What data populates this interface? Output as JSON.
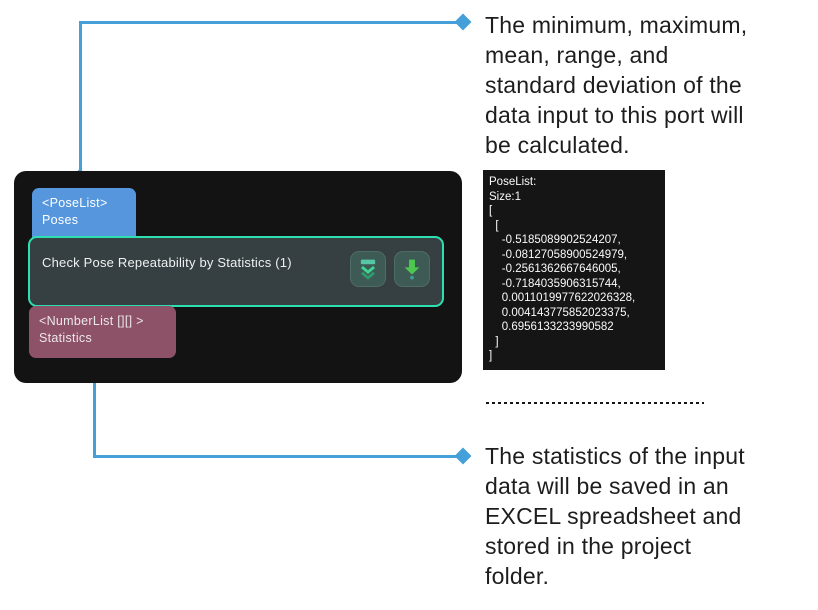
{
  "annotations": {
    "top": {
      "lines": [
        "The minimum, maximum,",
        "mean, range, and",
        "standard deviation of the",
        "data input to this port will",
        "be calculated."
      ]
    },
    "bottom": {
      "lines": [
        "The statistics of the input",
        "data will be saved in an",
        "EXCEL spreadsheet and",
        "stored in the project",
        "folder."
      ]
    }
  },
  "node": {
    "title": "Check Pose Repeatability by Statistics (1)",
    "input_port": {
      "type_label": "<PoseList>",
      "name": "Poses"
    },
    "output_port": {
      "type_label": "<NumberList [][] >",
      "name": "Statistics"
    },
    "buttons": [
      {
        "name": "collapse-parameters",
        "icon": "double-chevron-down-icon"
      },
      {
        "name": "run-step",
        "icon": "down-arrow-icon"
      }
    ]
  },
  "code_panel": {
    "lines": [
      "PoseList:",
      "Size:1",
      "[",
      "  [",
      "    -0.5185089902524207,",
      "    -0.08127058900524979,",
      "    -0.2561362667646005,",
      "    -0.7184035906315744,",
      "    0.0011019977622026328,",
      "    0.004143775852023375,",
      "    0.6956133233990582",
      "  ]",
      "]"
    ]
  },
  "colors": {
    "connector_blue": "#45a0da",
    "node_background": "#131313",
    "input_port_blue": "#5596dd",
    "output_port_maroon": "#8d5168",
    "node_border_teal": "#2ee0b0",
    "node_body_gray": "#363f42",
    "button_teal": "#3e5a55",
    "icon_green": "#4ec750",
    "icon_teal": "#57c6a4"
  }
}
